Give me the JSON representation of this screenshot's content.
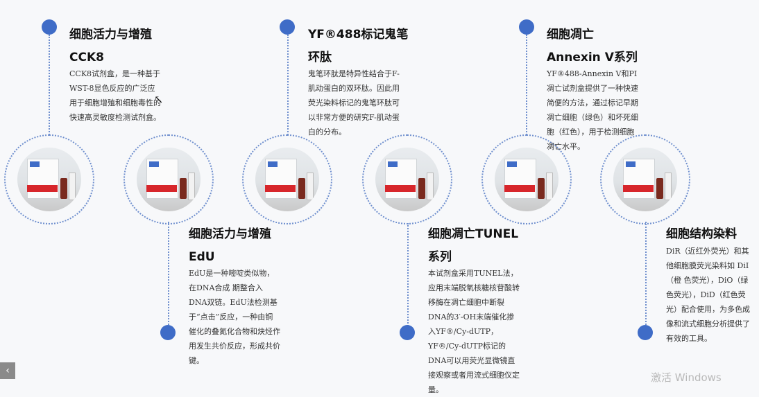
{
  "items": [
    {
      "title1": "细胞活力与增殖",
      "title2": "CCK8",
      "desc": "CCK8试剂盒，是一种基于WST-8显色反应的广泛应用于细胞增殖和细胞毒性的快速高灵敏度检测试剂盒。"
    },
    {
      "title1": "细胞活力与增殖",
      "title2": "EdU",
      "desc": "EdU是一种嘧啶类似物，在DNA合成 期整合入DNA双链。EdU法检测基于“点击”反应，一种由铜催化的叠氮化合物和炔烃作用发生共价反应，形成共价键。"
    },
    {
      "title1": "YF®488标记鬼笔",
      "title2": "环肽",
      "desc": "鬼笔环肽是特异性结合于F-肌动蛋白的双环肽。因此用荧光染料标记的鬼笔环肽可以非常方便的研究F-肌动蛋白的分布。"
    },
    {
      "title1": "细胞凋亡TUNEL",
      "title2": "系列",
      "desc": "本试剂盒采用TUNEL法，应用末端脱氧核糖核苷酸转移酶在凋亡细胞中断裂DNA的3′-OH末端催化掺入YF®/Cy-dUTP，YF®/Cy-dUTP标记的DNA可以用荧光显微镜直接观察或者用流式细胞仪定量。"
    },
    {
      "title1": "细胞凋亡",
      "title2": "Annexin V系列",
      "desc": "YF®488-Annexin V和PI凋亡试剂盒提供了一种快速简便的方法，通过标记早期凋亡细胞（绿色）和坏死细胞（红色），用于检测细胞凋亡水平。"
    },
    {
      "title1": "细胞结构染料",
      "title2": "",
      "desc": "DiR（近红外荧光）和其他细胞膜荧光染料如 DiI（橙 色荧光），DiO（绿色荧光），DiD（红色荧光）配合使用，为多色成像和流式细胞分析提供了有效的工具。"
    }
  ],
  "pager_icon": "‹",
  "watermark": "激活 Windows"
}
